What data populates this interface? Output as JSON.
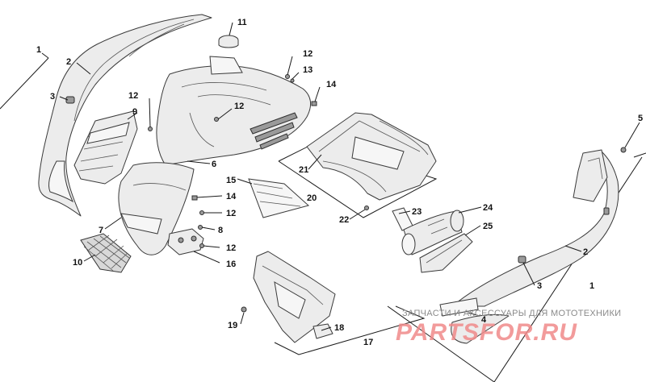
{
  "callouts": {
    "c1a": "1",
    "c2a": "2",
    "c3a": "3",
    "c9": "9",
    "c12a": "12",
    "c11": "11",
    "c12b": "12",
    "c13": "13",
    "c14a": "14",
    "c12c": "12",
    "c6": "6",
    "c15": "15",
    "c14b": "14",
    "c12d": "12",
    "c8": "8",
    "c12e": "12",
    "c16": "16",
    "c7": "7",
    "c10": "10",
    "c21": "21",
    "c20": "20",
    "c22": "22",
    "c23": "23",
    "c24": "24",
    "c25": "25",
    "c5": "5",
    "c2b": "2",
    "c3b": "3",
    "c1b": "1",
    "c4": "4",
    "c19": "19",
    "c18": "18",
    "c17": "17"
  },
  "watermark": {
    "top_text": "ЗАПЧАСТИ И АКСЕССУАРЫ ДЛЯ МОТОТЕХНИКИ",
    "brand_text": "PARTSFOR.RU"
  }
}
